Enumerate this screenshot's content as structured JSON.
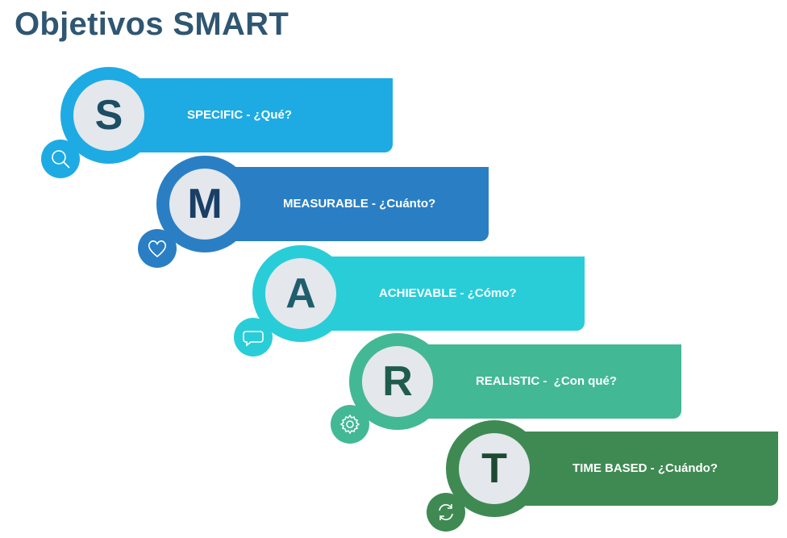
{
  "title": "Objetivos SMART",
  "steps": [
    {
      "letter": "S",
      "label": "SPECIFIC - ¿Qué?",
      "icon": "search-icon",
      "color": "#1eabe3",
      "letter_color": "#1d4e63"
    },
    {
      "letter": "M",
      "label": "MEASURABLE - ¿Cuánto?",
      "icon": "heart-icon",
      "color": "#2a7fc4",
      "letter_color": "#1a3f66"
    },
    {
      "letter": "A",
      "label": "ACHIEVABLE - ¿Cómo?",
      "icon": "speech-bubble-icon",
      "color": "#29cdd8",
      "letter_color": "#1f5e6c"
    },
    {
      "letter": "R",
      "label": "REALISTIC -  ¿Con qué?",
      "icon": "gear-icon",
      "color": "#43b895",
      "letter_color": "#1f5c4d"
    },
    {
      "letter": "T",
      "label": "TIME BASED - ¿Cuándo?",
      "icon": "refresh-icon",
      "color": "#3f8a53",
      "letter_color": "#1e4a31"
    }
  ]
}
